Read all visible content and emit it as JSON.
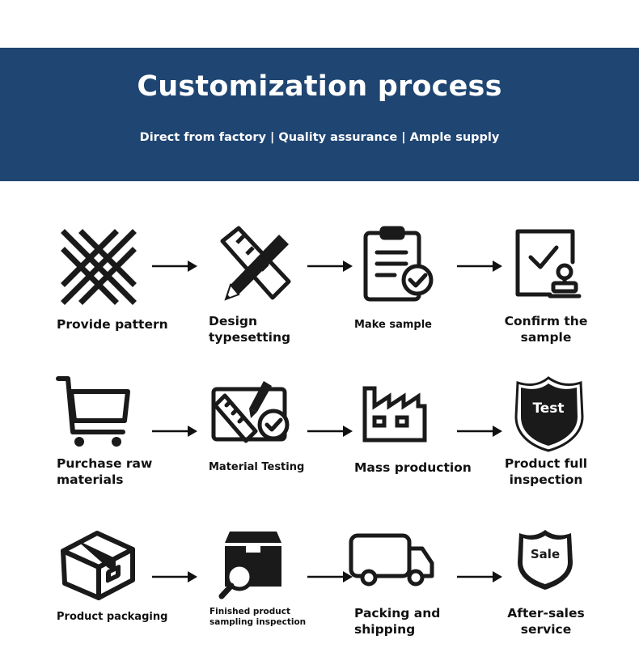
{
  "header": {
    "title": "Customization process",
    "subtitle": "Direct from factory | Quality assurance | Ample supply"
  },
  "steps": [
    {
      "label": "Provide pattern",
      "icon": "mesh-pattern-icon"
    },
    {
      "label": "Design\ntypesetting",
      "icon": "pencil-ruler-icon"
    },
    {
      "label": "Make sample",
      "icon": "clipboard-check-icon"
    },
    {
      "label": "Confirm the\nsample",
      "icon": "document-stamp-icon"
    },
    {
      "label": "Purchase raw\nmaterials",
      "icon": "shopping-cart-icon"
    },
    {
      "label": "Material Testing",
      "icon": "ruler-pencil-check-icon"
    },
    {
      "label": "Mass production",
      "icon": "factory-icon"
    },
    {
      "label": "Product full\ninspection",
      "icon": "shield-badge-icon",
      "badge": "Test"
    },
    {
      "label": "Product packaging",
      "icon": "box-icon"
    },
    {
      "label": "Finished product\nsampling inspection",
      "icon": "box-magnifier-icon"
    },
    {
      "label": "Packing and\nshipping",
      "icon": "truck-icon"
    },
    {
      "label": "After-sales\nservice",
      "icon": "shield-outline-icon",
      "badge": "Sale"
    }
  ],
  "colors": {
    "banner": "#1f4572",
    "icon": "#1a1a1a"
  }
}
